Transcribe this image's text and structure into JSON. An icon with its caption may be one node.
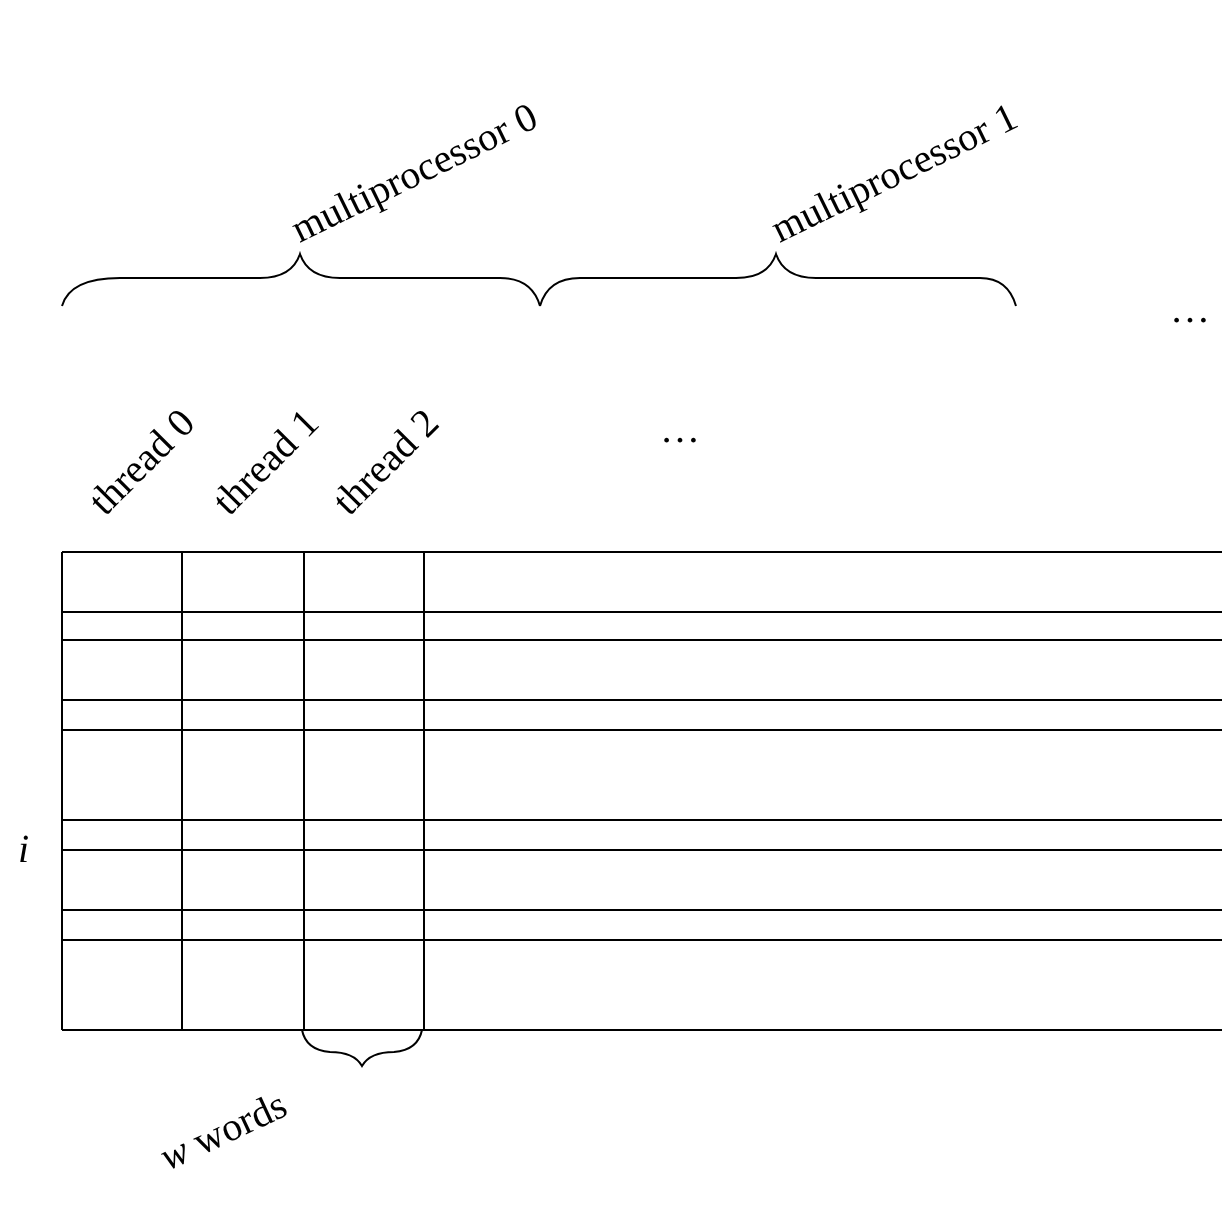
{
  "diagram": {
    "labels": [
      "multiprocessor 0",
      "multiprocessor 1",
      "…",
      "thread 0",
      "thread 1",
      "thread 2",
      "…",
      "i",
      "*w* words"
    ]
  }
}
